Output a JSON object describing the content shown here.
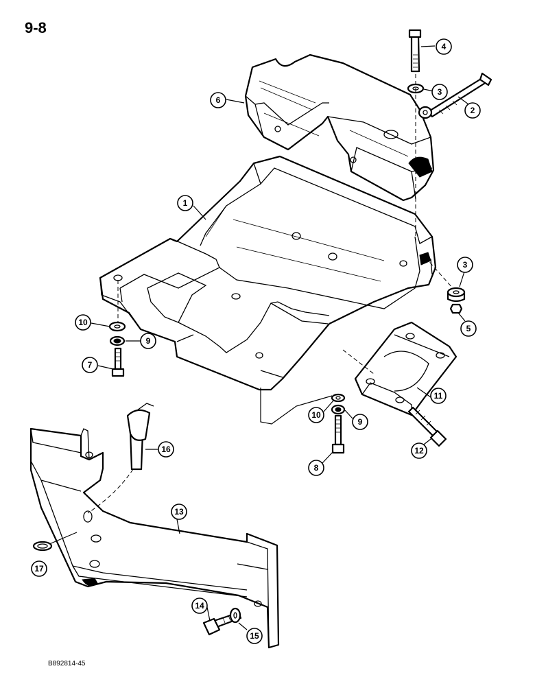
{
  "page": {
    "number": "9-8",
    "figure_code": "B892814-45"
  },
  "callouts": [
    "1",
    "2",
    "3",
    "3",
    "4",
    "5",
    "6",
    "7",
    "8",
    "9",
    "9",
    "10",
    "10",
    "11",
    "12",
    "13",
    "14",
    "15",
    "16",
    "17"
  ]
}
